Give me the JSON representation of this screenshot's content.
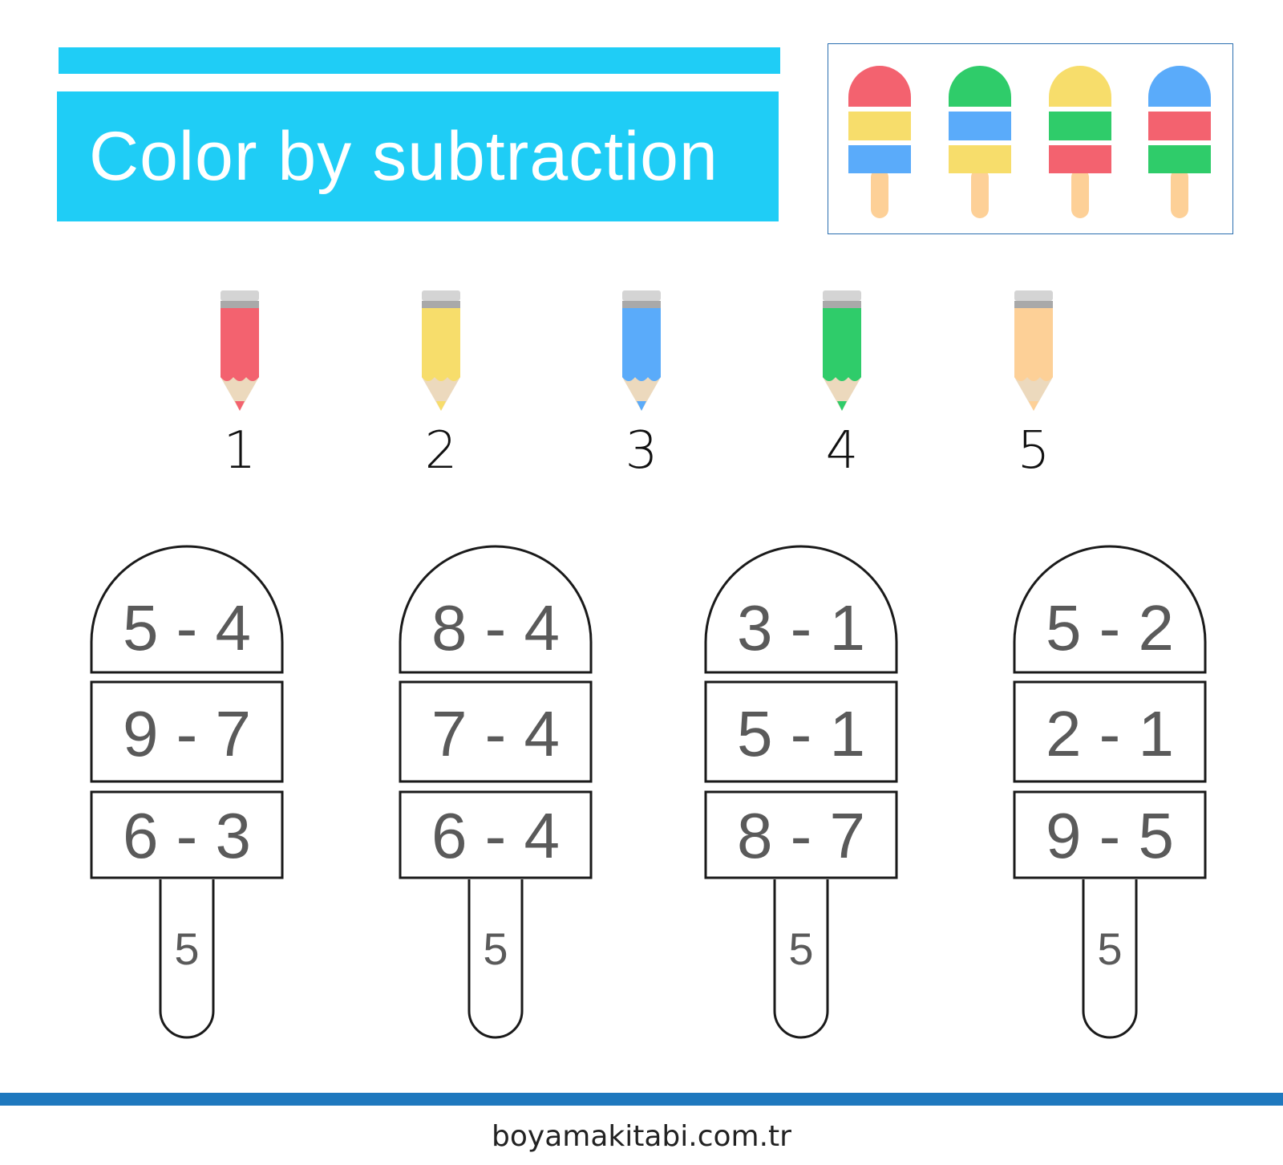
{
  "title": "Color by subtraction",
  "colors": {
    "banner": "#1fcdf6",
    "red": "#f3626f",
    "yellow": "#f7dd6b",
    "blue": "#5aabfa",
    "green": "#2fcc6a",
    "peach": "#fdd097",
    "footer_line": "#1e78be"
  },
  "color_key": [
    {
      "bands": [
        "red",
        "yellow",
        "blue"
      ]
    },
    {
      "bands": [
        "green",
        "blue",
        "yellow"
      ]
    },
    {
      "bands": [
        "yellow",
        "green",
        "red"
      ]
    },
    {
      "bands": [
        "blue",
        "red",
        "green"
      ]
    }
  ],
  "pencils": [
    {
      "number": "1",
      "color": "red"
    },
    {
      "number": "2",
      "color": "yellow"
    },
    {
      "number": "3",
      "color": "blue"
    },
    {
      "number": "4",
      "color": "green"
    },
    {
      "number": "5",
      "color": "peach"
    }
  ],
  "popsicles": [
    {
      "problems": [
        "5 - 4",
        "9 - 7",
        "6 - 3"
      ],
      "stick": "5"
    },
    {
      "problems": [
        "8 - 4",
        "7 - 4",
        "6 - 4"
      ],
      "stick": "5"
    },
    {
      "problems": [
        "3 - 1",
        "5 - 1",
        "8 - 7"
      ],
      "stick": "5"
    },
    {
      "problems": [
        "5 - 2",
        "2 - 1",
        "9 - 5"
      ],
      "stick": "5"
    }
  ],
  "footer": {
    "website": "boyamakitabi.com.tr"
  }
}
